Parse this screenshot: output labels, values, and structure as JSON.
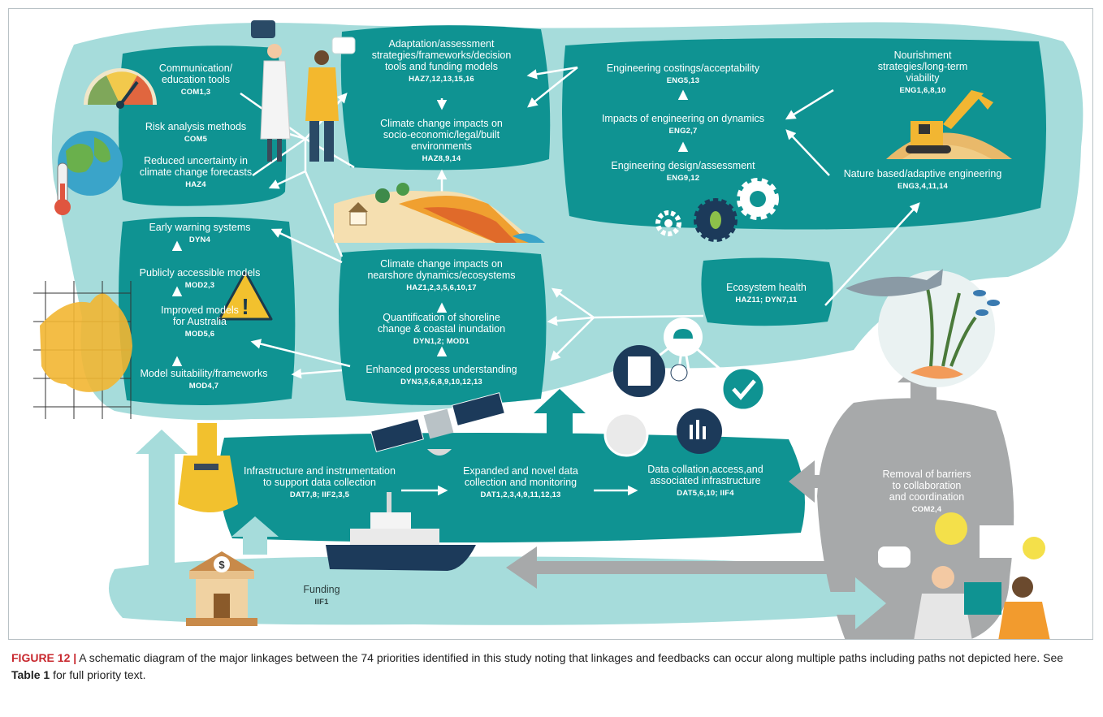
{
  "nodes": {
    "com13": {
      "label": "Communication/\neducation tools",
      "codes": "COM1,3"
    },
    "com5": {
      "label": "Risk analysis methods",
      "codes": "COM5"
    },
    "haz4": {
      "label": "Reduced uncertainty in\nclimate change forecasts",
      "codes": "HAZ4"
    },
    "adapt": {
      "label": "Adaptation/assessment\nstrategies/frameworks/decision\ntools and funding models",
      "codes": "HAZ7,12,13,15,16"
    },
    "socio": {
      "label": "Climate change impacts on\nsocio-economic/legal/built\nenvironments",
      "codes": "HAZ8,9,14"
    },
    "engcost": {
      "label": "Engineering costings/acceptability",
      "codes": "ENG5,13"
    },
    "engdyn": {
      "label": "Impacts of engineering on dynamics",
      "codes": "ENG2,7"
    },
    "engdes": {
      "label": "Engineering design/assessment",
      "codes": "ENG9,12"
    },
    "nourish": {
      "label": "Nourishment\nstrategies/long-term\nviability",
      "codes": "ENG1,6,8,10"
    },
    "nature": {
      "label": "Nature based/adaptive engineering",
      "codes": "ENG3,4,11,14"
    },
    "ews": {
      "label": "Early warning systems",
      "codes": "DYN4"
    },
    "public": {
      "label": "Publicly accessible models",
      "codes": "MOD2,3"
    },
    "improved": {
      "label": "Improved models\nfor Australia",
      "codes": "MOD5,6"
    },
    "suit": {
      "label": "Model suitability/frameworks",
      "codes": "MOD4,7"
    },
    "nearshore": {
      "label": "Climate change impacts on\nnearshore dynamics/ecosystems",
      "codes": "HAZ1,2,3,5,6,10,17"
    },
    "quant": {
      "label": "Quantification of shoreline\nchange & coastal inundation",
      "codes": "DYN1,2; MOD1"
    },
    "enhanced": {
      "label": "Enhanced process understanding",
      "codes": "DYN3,5,6,8,9,10,12,13"
    },
    "eco": {
      "label": "Ecosystem health",
      "codes": "HAZ11; DYN7,11"
    },
    "infra": {
      "label": "Infrastructure and instrumentation\nto support data collection",
      "codes": "DAT7,8; IIF2,3,5"
    },
    "expanded": {
      "label": "Expanded and novel data\ncollection and monitoring",
      "codes": "DAT1,2,3,4,9,11,12,13"
    },
    "collation": {
      "label": "Data collation,access,and\nassociated infrastructure",
      "codes": "DAT5,6,10; IIF4"
    },
    "barriers": {
      "label": "Removal of barriers\nto collaboration\nand coordination",
      "codes": "COM2,4"
    },
    "funding": {
      "label": "Funding",
      "codes": "IIF1"
    }
  },
  "icons": {
    "bank_symbol": "$",
    "warning_symbol": "!"
  },
  "colors": {
    "teal_light": "#a6dcdb",
    "teal_dark": "#0f9392",
    "grey": "#a7a9aa",
    "caption_label": "#c8282e"
  },
  "caption": {
    "label": "FIGURE 12 |",
    "text_1": " A schematic diagram of the major linkages between the 74 priorities identified in this study noting that linkages and feedbacks can occur along multiple paths including paths not depicted here. See ",
    "table_ref": "Table 1",
    "text_2": " for full priority text."
  }
}
